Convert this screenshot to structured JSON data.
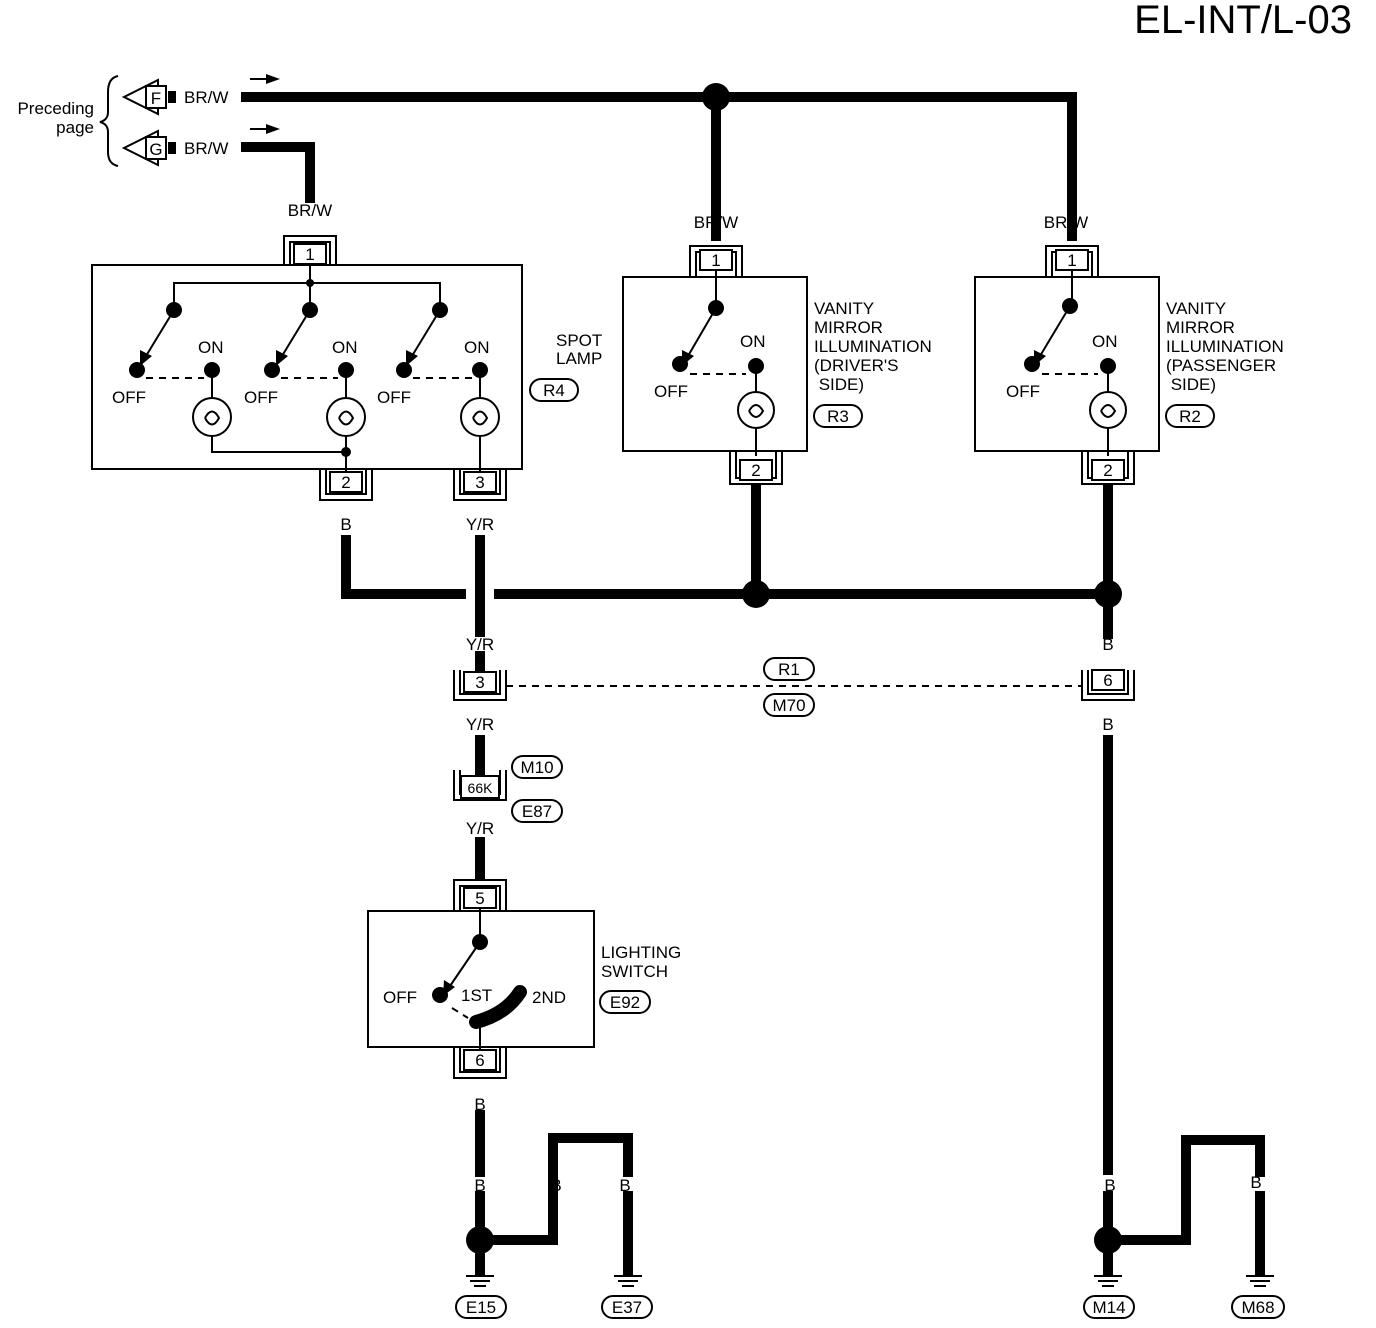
{
  "page_code": "EL-INT/L-03",
  "preceding": {
    "line1": "Preceding",
    "line2": "page",
    "connector_f": "F",
    "connector_g": "G"
  },
  "wire_colors": {
    "brw": "BR/W",
    "b": "B",
    "yr": "Y/R"
  },
  "spot_lamp": {
    "name_line1": "SPOT",
    "name_line2": "LAMP",
    "connector": "R4",
    "pin_in": "1",
    "pin_out_left": "2",
    "pin_out_right": "3",
    "off_label": "OFF",
    "on_label": "ON"
  },
  "vanity_driver": {
    "name_lines": [
      "VANITY",
      "MIRROR",
      "ILLUMINATION",
      "(DRIVER'S",
      " SIDE)"
    ],
    "connector": "R3",
    "pin_in": "1",
    "pin_out": "2",
    "off_label": "OFF",
    "on_label": "ON"
  },
  "vanity_passenger": {
    "name_lines": [
      "VANITY",
      "MIRROR",
      "ILLUMINATION",
      "(PASSENGER",
      " SIDE)"
    ],
    "connector": "R2",
    "pin_in": "1",
    "pin_out": "2",
    "off_label": "OFF",
    "on_label": "ON"
  },
  "junction_r1_m70": {
    "top": "R1",
    "bottom": "M70",
    "pin_left": "3",
    "pin_right": "6"
  },
  "junction_m10_e87": {
    "top": "M10",
    "bottom": "E87",
    "pin": "66K"
  },
  "lighting_switch": {
    "name_line1": "LIGHTING",
    "name_line2": "SWITCH",
    "connector": "E92",
    "pin_in": "5",
    "pin_out": "6",
    "off_label": "OFF",
    "first_label": "1ST",
    "second_label": "2ND"
  },
  "grounds": {
    "e15": "E15",
    "e37": "E37",
    "m14": "M14",
    "m68": "M68"
  }
}
